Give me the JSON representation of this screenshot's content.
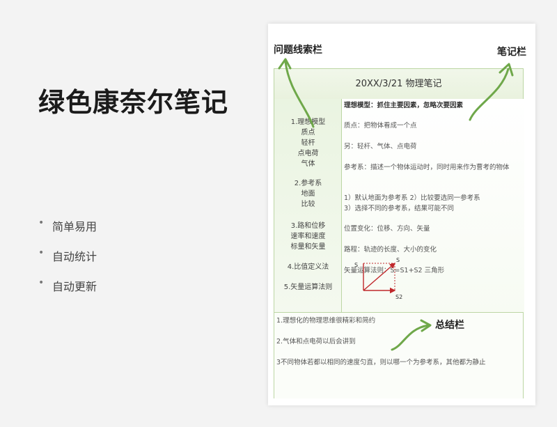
{
  "title": "绿色康奈尔笔记",
  "features": [
    "简单易用",
    "自动统计",
    "自动更新"
  ],
  "labels": {
    "cue_column": "问题线索栏",
    "notes_column": "笔记栏",
    "summary": "总结栏"
  },
  "note": {
    "header": "20XX/3/21    物理笔记",
    "cues": [
      [
        "1.理想模型",
        "质点",
        "轻杆",
        "点电荷",
        "气体"
      ],
      [
        "2.参考系",
        "地面",
        "比较"
      ],
      [
        "3.路和位移",
        "速率和速度",
        "标量和矢量"
      ],
      [
        "4.比值定义法"
      ],
      [
        "5.矢量运算法则"
      ]
    ],
    "notes": [
      "理想模型：抓住主要因素，忽略次要因素",
      "质点：把物体看成一个点",
      "另：轻杆、气体、点电荷",
      "参考系：描述一个物体运动时，同时用来作为曹考的物体",
      "1）默认地面为参考系  2）比较要选同一参考系",
      "3）选择不同的参考系，结果可能不同",
      "位置变化：位移、方向、矢量",
      "路程：轨迹的长度、大小的变化",
      "矢量运算法则：S=S1+S2 三角形"
    ],
    "diagram_labels": {
      "s1": "S",
      "s": "S",
      "s2": "S2"
    },
    "summary": [
      "1.理想化的物理思维很精彩和简约",
      "2.气体和点电荷以后会讲到",
      "3不同物体若都以相同的速度匀直，则以哪一个为参考系，其他都为静止"
    ]
  }
}
